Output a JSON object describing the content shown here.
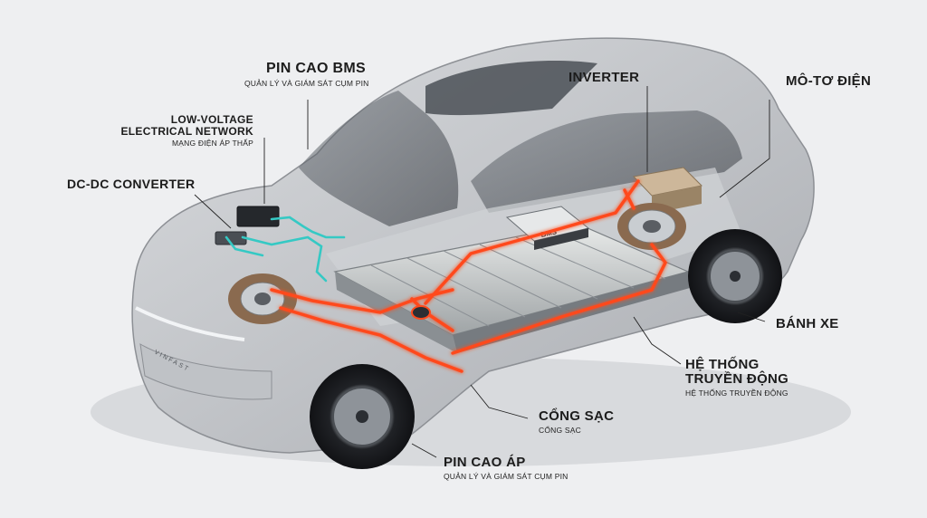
{
  "labels": {
    "pin_cao_bms": {
      "title": "PIN CAO BMS",
      "subtitle": "QUẢN LÝ VÀ GIÁM SÁT CỤM PIN"
    },
    "low_voltage": {
      "title_line1": "LOW-VOLTAGE",
      "title_line2": "ELECTRICAL NETWORK",
      "subtitle": "MẠNG ĐIỆN ÁP THẤP"
    },
    "dc_dc": {
      "title": "DC-DC CONVERTER"
    },
    "inverter": {
      "title": "INVERTER"
    },
    "motor": {
      "title": "MÔ-TƠ ĐIỆN"
    },
    "wheel": {
      "title": "BÁNH XE"
    },
    "drivetrain": {
      "title_line1": "HỆ THỐNG",
      "title_line2": "TRUYỀN ĐỘNG",
      "subtitle": "HỆ THỐNG TRUYỀN ĐỘNG"
    },
    "charge_port": {
      "title": "CỔNG SẠC",
      "subtitle": "CỔNG SẠC"
    },
    "hv_battery": {
      "title": "PIN CAO ÁP",
      "subtitle": "QUẢN LÝ VÀ GIÁM SÁT CỤM PIN"
    }
  },
  "parts": {
    "bms_module_text": "BMS",
    "brand_text": "VINFAST"
  },
  "colors": {
    "high_voltage_wire": "#ff4a1c",
    "low_voltage_wire": "#35c9c4",
    "body": "#c9cbce",
    "background": "#eeeff1"
  }
}
